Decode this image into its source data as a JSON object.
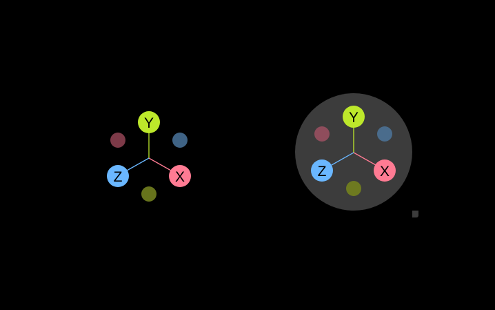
{
  "colors": {
    "background": "#000000",
    "gizmo_hover_background": "#3c3c3c",
    "x_axis": "#ff7b93",
    "y_axis": "#bde82b",
    "z_axis": "#6ab7ff",
    "x_negative": "#7d3a48",
    "y_negative": "#67731c",
    "z_negative": "#3f6385",
    "x_negative_hover": "#8f4d5c",
    "y_negative_hover": "#6e7a20",
    "z_negative_hover": "#4a6c8c"
  },
  "gizmo_left": {
    "state": "normal",
    "labels": {
      "x": "X",
      "y": "Y",
      "z": "Z"
    }
  },
  "gizmo_right": {
    "state": "hover",
    "labels": {
      "x": "X",
      "y": "Y",
      "z": "Z"
    }
  }
}
